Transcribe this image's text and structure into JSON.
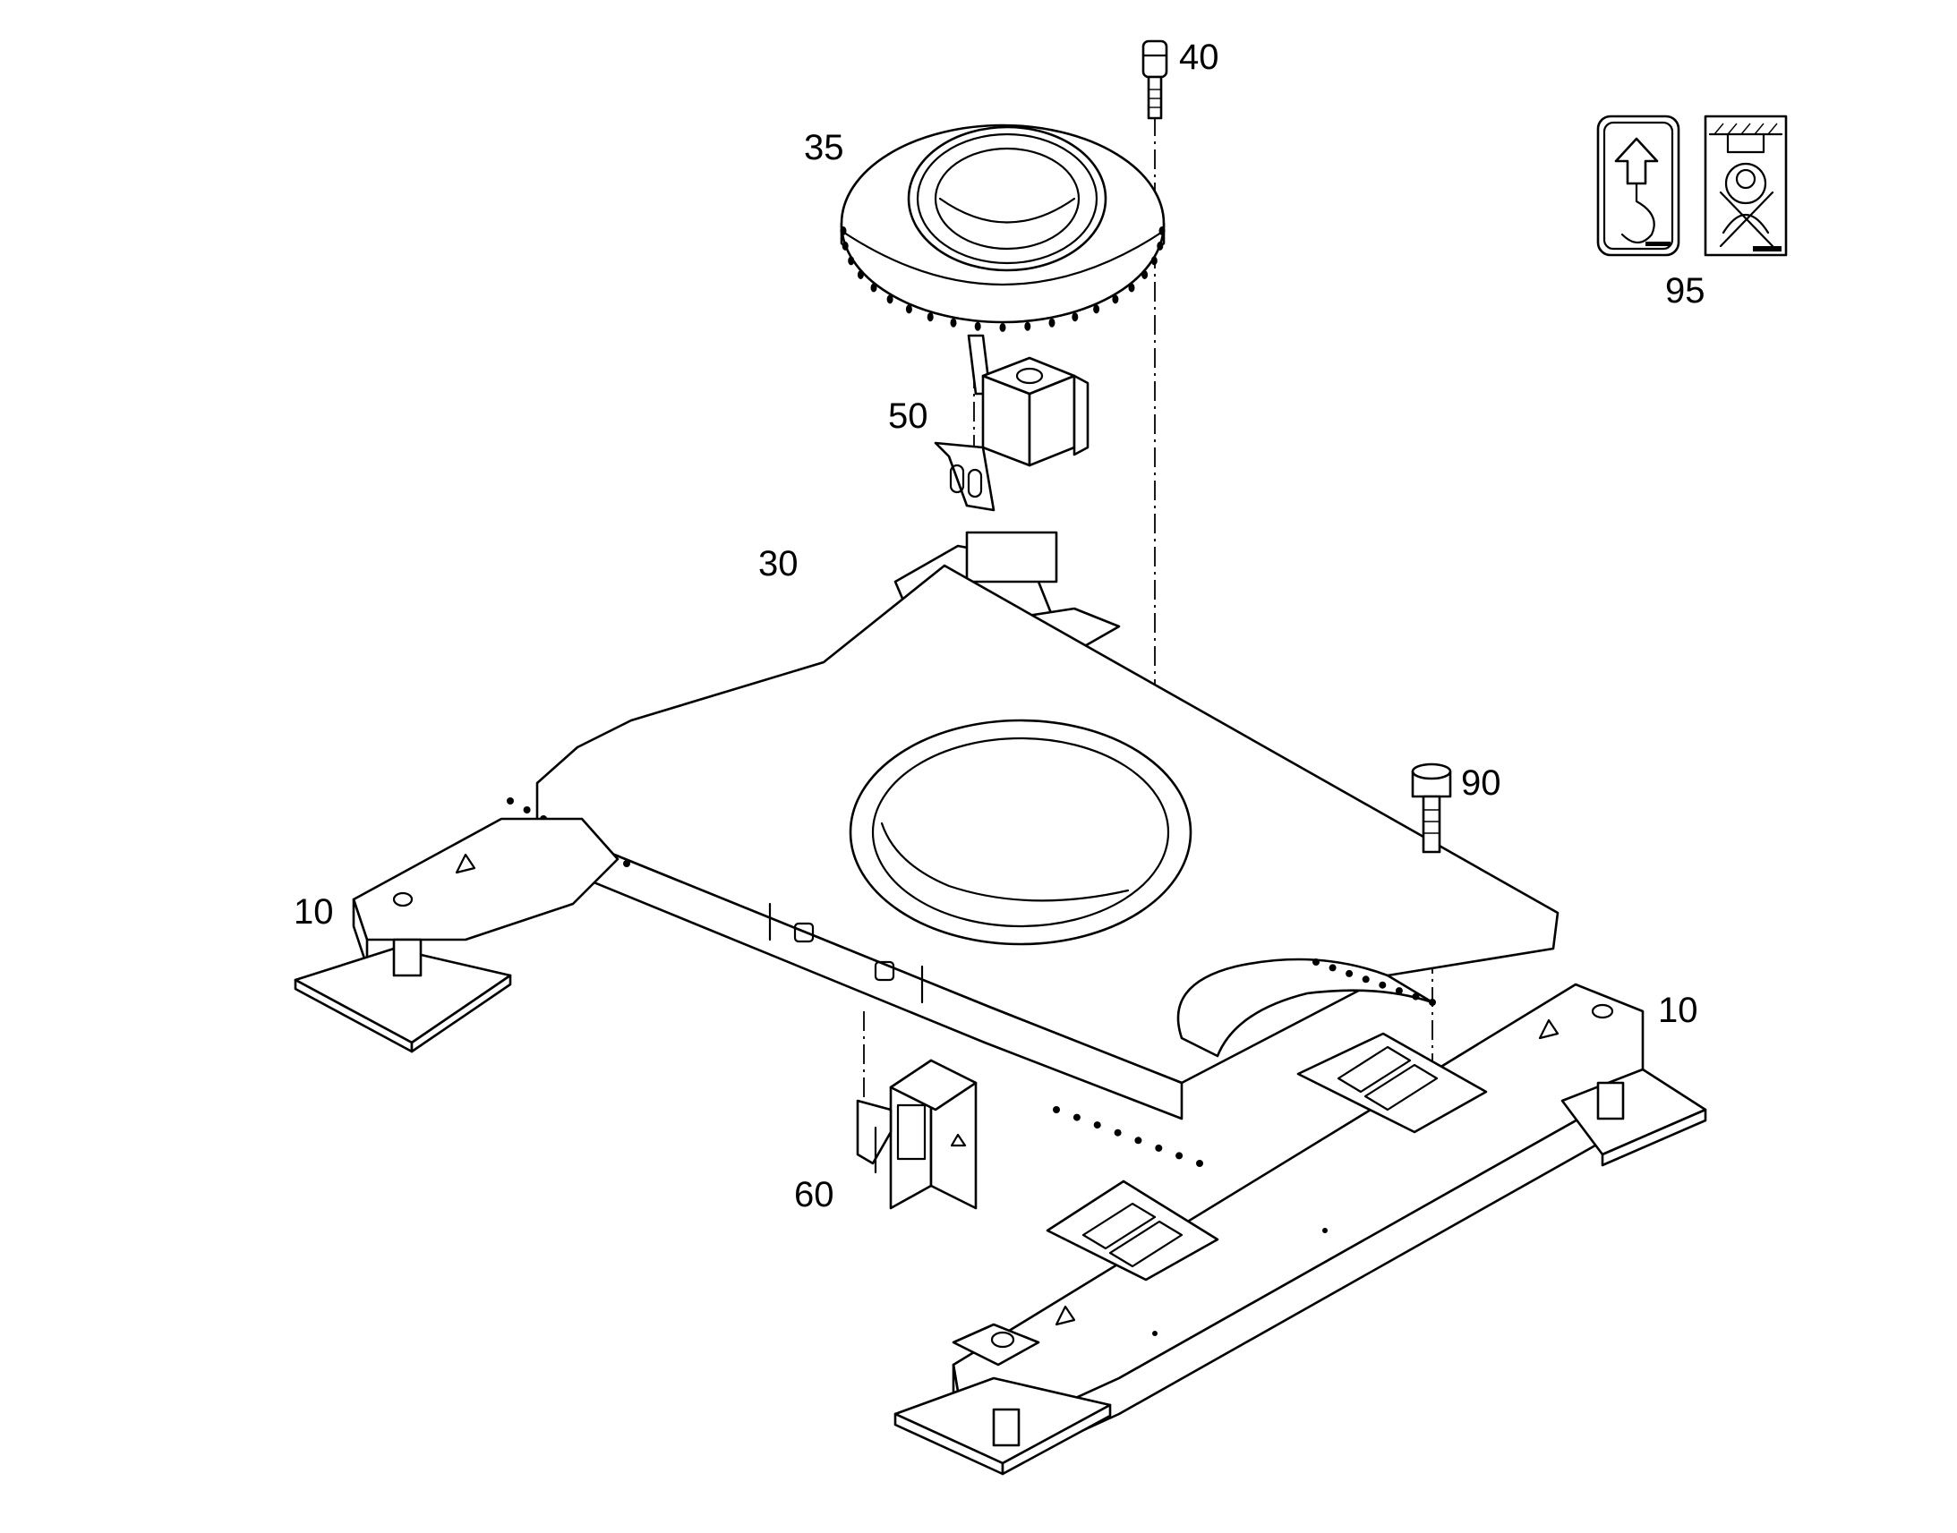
{
  "callouts": {
    "c10a": "10",
    "c10b": "10",
    "c30": "30",
    "c35": "35",
    "c40": "40",
    "c50": "50",
    "c60": "60",
    "c90": "90",
    "c95": "95"
  },
  "icons": {
    "lifting_point_label": "lifting-hook-arrow-up",
    "no_lifting_label": "crossed-out-hanging-hook"
  }
}
